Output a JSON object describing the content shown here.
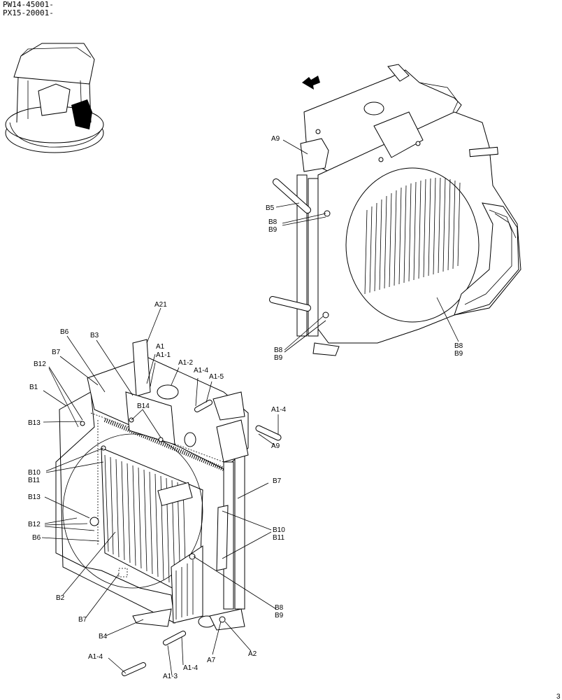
{
  "header": {
    "line1": "PW14-45001-",
    "line2": "PX15-20001-"
  },
  "upper_callouts": {
    "a9": "A9",
    "b5": "B5",
    "b8_top": "B8",
    "b9_top": "B9",
    "b8_mid": "B8",
    "b9_mid": "B9",
    "b8_right": "B8",
    "b9_right": "B9"
  },
  "lower_callouts": {
    "a21": "A21",
    "b6_top": "B6",
    "b3": "B3",
    "a1": "A1",
    "a1_1": "A1-1",
    "a1_2": "A1-2",
    "a1_4_top": "A1-4",
    "a1_5": "A1-5",
    "b7_top": "B7",
    "b12_top": "B12",
    "b1": "B1",
    "b14": "B14",
    "b13_top": "B13",
    "a1_4_right": "A1-4",
    "a9_lower": "A9",
    "b10_left": "B10",
    "b11_left": "B11",
    "b7_right": "B7",
    "b13_mid": "B13",
    "b12_mid": "B12",
    "b10_right": "B10",
    "b11_right": "B11",
    "b6_mid": "B6",
    "b2": "B2",
    "b8_low": "B8",
    "b9_low": "B9",
    "b7_bottom": "B7",
    "b4": "B4",
    "a2": "A2",
    "a7": "A7",
    "a1_4_bottom_left": "A1-4",
    "a1_4_bottom_mid": "A1-4",
    "a1_3": "A1-3"
  },
  "corner_mark": "3"
}
